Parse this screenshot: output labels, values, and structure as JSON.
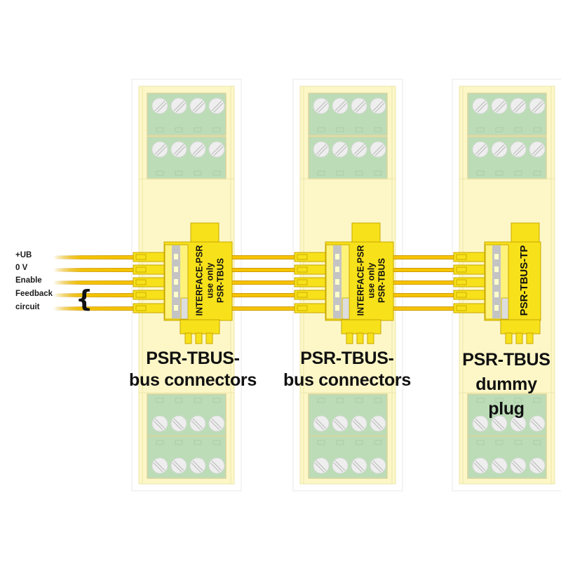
{
  "diagram": {
    "title": "PSR-TBUS bus connection diagram",
    "wire_labels": [
      "+UB",
      "0 V",
      "Enable",
      "Feedback",
      "circuit"
    ],
    "brace_groups": "Feedback circuit",
    "modules": [
      {
        "id": "module-1",
        "connector_type": "bus-connector",
        "connector_text": [
          "INTERFACE-PSR",
          "use only",
          "PSR-TBUS"
        ],
        "caption": [
          "PSR-TBUS-",
          "bus connectors"
        ]
      },
      {
        "id": "module-2",
        "connector_type": "bus-connector",
        "connector_text": [
          "INTERFACE-PSR",
          "use only",
          "PSR-TBUS"
        ],
        "caption": [
          "PSR-TBUS-",
          "bus connectors"
        ]
      },
      {
        "id": "module-3",
        "connector_type": "dummy-plug",
        "connector_text": [
          "PSR-TBUS-TP"
        ],
        "caption": [
          "PSR-TBUS",
          "dummy",
          "plug"
        ]
      }
    ],
    "terminals_per_block": 4,
    "terminal_blocks_per_module": 4,
    "wire_count": 5
  },
  "colors": {
    "module_body": "#fdf7c8",
    "module_edge": "#ece4a8",
    "terminal_green": "#bcdcb8",
    "screw": "#eeeeee",
    "connector_yellow": "#f7e11a",
    "connector_edge": "#c8a800",
    "wire": "#f5c400",
    "wire_edge": "#d19a00",
    "contact_grey": "#c4c4c4",
    "text": "#111111"
  }
}
